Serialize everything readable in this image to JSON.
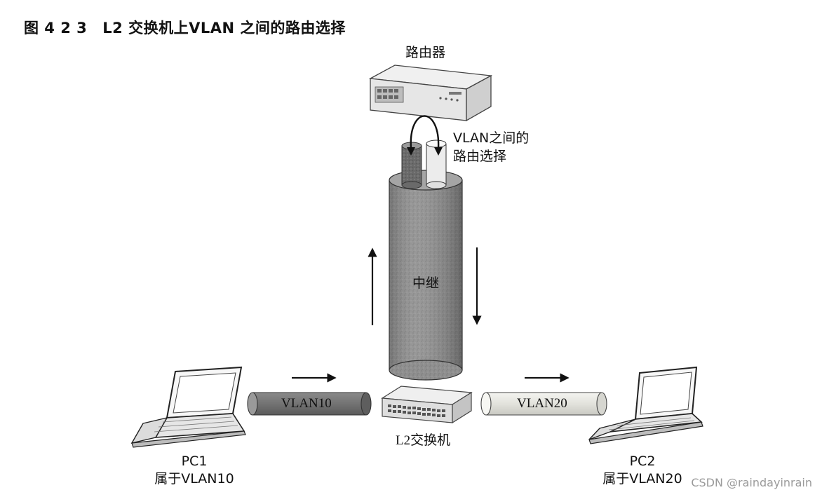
{
  "title": {
    "figure_number": "图 4 2 3",
    "text": "L2 交换机上VLAN 之间的路由选择"
  },
  "router": {
    "label": "路由器"
  },
  "router_annotation": {
    "line1": "VLAN之间的",
    "line2": "路由选择"
  },
  "trunk": {
    "label": "中继"
  },
  "switch": {
    "label": "L2交换机"
  },
  "link_left": {
    "label": "VLAN10"
  },
  "link_right": {
    "label": "VLAN20"
  },
  "pc1": {
    "name": "PC1",
    "membership": "属于VLAN10"
  },
  "pc2": {
    "name": "PC2",
    "membership": "属于VLAN20"
  },
  "watermark": "CSDN @raindayinrain"
}
